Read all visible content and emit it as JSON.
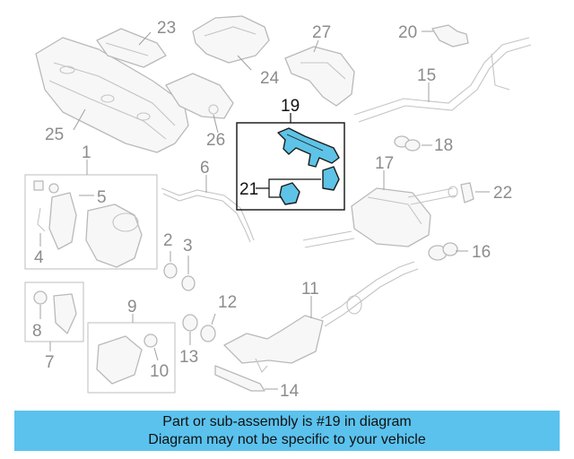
{
  "callouts": {
    "c1": "1",
    "c2": "2",
    "c3": "3",
    "c4": "4",
    "c5": "5",
    "c6": "6",
    "c7": "7",
    "c8": "8",
    "c9": "9",
    "c10": "10",
    "c11": "11",
    "c12": "12",
    "c13": "13",
    "c14": "14",
    "c15": "15",
    "c16": "16",
    "c17": "17",
    "c18": "18",
    "c19": "19",
    "c20": "20",
    "c21": "21",
    "c22": "22",
    "c23": "23",
    "c24": "24",
    "c25": "25",
    "c26": "26",
    "c27": "27"
  },
  "highlight": {
    "part": "19",
    "color": "#5ec3e6"
  },
  "banner": {
    "line1": "Part or sub-assembly is #19 in diagram",
    "line2": "Diagram may not be specific to your vehicle",
    "background": "#5bc2ee"
  }
}
